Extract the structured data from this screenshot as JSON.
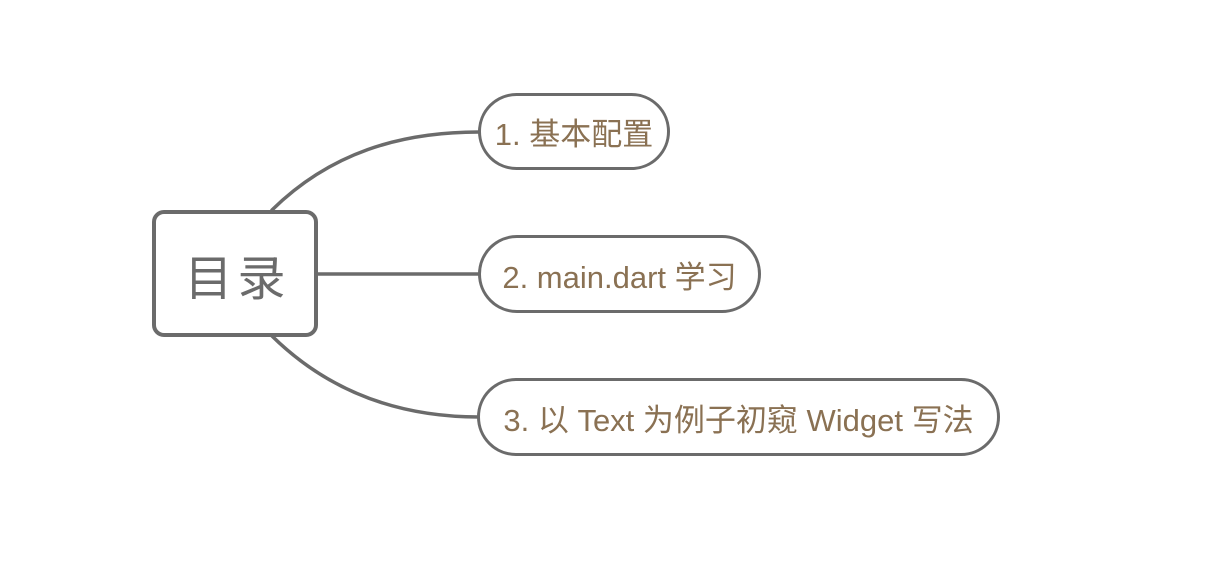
{
  "mindmap": {
    "root": {
      "label": "目录"
    },
    "children": [
      {
        "label": "1. 基本配置"
      },
      {
        "label": "2. main.dart 学习"
      },
      {
        "label": "3. 以 Text 为例子初窥 Widget 写法"
      }
    ]
  },
  "colors": {
    "background": "#ffffff",
    "line": "#6b6b6b",
    "node_border": "#6b6b6b",
    "root_text": "#6b6b6b",
    "branch_text": "#8a7153"
  }
}
